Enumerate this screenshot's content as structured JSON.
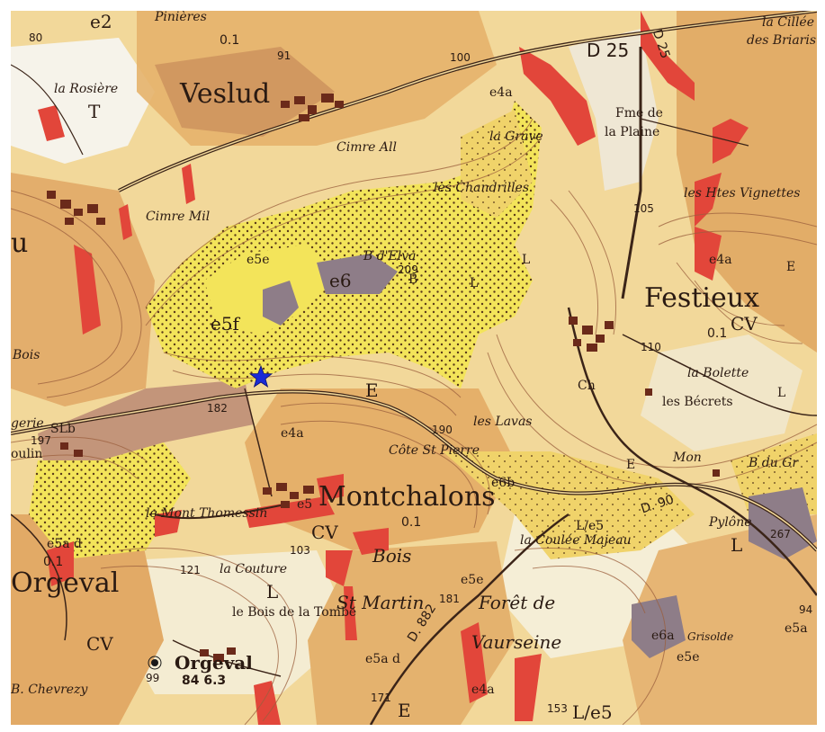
{
  "map": {
    "colors": {
      "ochre": "#f2d89a",
      "yellow": "#f3e45a",
      "tan": "#e6b36c",
      "brown": "#c88c5a",
      "red": "#e2463a",
      "grey": "#8e7d88",
      "white": "#f6f3ea",
      "contour": "#9b5f3d",
      "road": "#3b2418",
      "star": "#1a2bd6"
    },
    "marker": {
      "name": "star-icon"
    },
    "towns": {
      "veslud": "Veslud",
      "festieux": "Festieux",
      "montchalons": "Montchalons",
      "orgeval": "Orgeval",
      "orgeval_village": "Orgeval",
      "u_left": "u"
    },
    "places": {
      "la_rosiere": "la Rosière",
      "pinieres": "Pinières",
      "la_cillee": "la Cillée",
      "des_briaris": "des Briaris",
      "la_plaine": "la Plaine",
      "fme_de": "Fme de",
      "la_grave": "la Grave",
      "les_chandrilles": "les Chandrilles",
      "cim_all": "Cimre All",
      "cim_mil": "Cimre Mil",
      "b_d_elva": "B d'Elva",
      "les_hte_vignettes": "les Htes Vignettes",
      "bois_left": "Bois",
      "la_bolette": "la Bolette",
      "les_becrets": "les Bécrets",
      "ch": "Ch",
      "les_lavas": "les Lavas",
      "cote_st_pierre": "Côte St Pierre",
      "mon": "Mon",
      "b_du_gr": "B du Gr",
      "le_mont_thomessin": "le Mont Thomessin",
      "la_couture": "la Couture",
      "bois_center": "Bois",
      "st_martin": "St Martin",
      "foret_de": "Forêt de",
      "vaurseine": "Vaurseine",
      "la_coulee_majeau": "la Coulée Majeau",
      "pylone": "Pylône",
      "le_bois_de_la_tombe": "le Bois de la Tombe",
      "b_chevrezy": "B. Chevrezy",
      "gerie": "gerie",
      "oulin": "oulin",
      "grisolde": "Grisolde"
    },
    "codes": {
      "e2": "e2",
      "t1": "T",
      "e4a_1": "e4a",
      "e5e": "e5e",
      "e6": "e6",
      "e5f": "e5f",
      "l1": "L",
      "e1": "E",
      "e4a_2": "e4a",
      "e4a_3": "e4a",
      "e5": "e5",
      "e6b": "e6b",
      "cv1": "CV",
      "cv2": "CV",
      "cv3": "CV",
      "slb": "SLb",
      "e5ad": "e5a d",
      "e5e2": "e5e",
      "l2": "L",
      "e5ad2": "e5a d",
      "e4a_4": "e4a",
      "le5": "L/e5",
      "le5b": "L/e5",
      "e5a": "e5a",
      "e6a": "e6a",
      "l3": "L",
      "l4": "L",
      "e_r": "E",
      "e5e3": "e5e",
      "b2": "B",
      "e_right": "E",
      "l_right": "L",
      "e_bottom": "E"
    },
    "roads": {
      "d25a": "D 25",
      "d25b": "D 25",
      "d90": "D. 90",
      "d882": "D. 882"
    },
    "elevations": {
      "e80": "80",
      "e91": "91",
      "e100": "100",
      "e209": "209",
      "e105": "105",
      "e110": "110",
      "e197": "197",
      "e182": "182",
      "e190": "190",
      "e103": "103",
      "e121": "121",
      "e181": "181",
      "e267": "267",
      "e94": "94",
      "e99": "99",
      "e84_63": "84 6.3",
      "e171": "171",
      "e153": "153",
      "e0_1a": "0.1",
      "e0_1b": "0.1",
      "e0_1c": "0.1",
      "e0_1d": "0.1"
    }
  }
}
